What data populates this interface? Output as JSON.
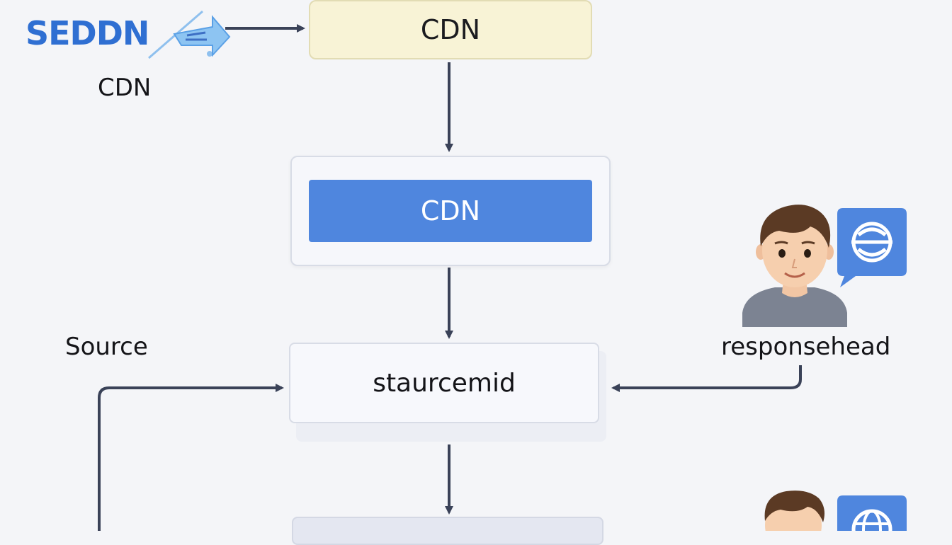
{
  "logo": {
    "text": "SEDDN",
    "color": "#2f6fd2"
  },
  "labels": {
    "cdn_left": "CDN",
    "source": "Source",
    "response": "responsehead"
  },
  "nodes": {
    "top": {
      "label": "CDN",
      "fill": "#f8f3d6"
    },
    "middle": {
      "label": "CDN",
      "fill": "#4f86de"
    },
    "lower": {
      "label": "staurcemid",
      "fill": "#f7f8fc"
    },
    "bottom": {
      "label": ""
    }
  },
  "icons": {
    "person_top": "person-avatar-icon",
    "bubble_top": "chat-bubble-icon",
    "person_bottom": "person-avatar-icon",
    "bubble_bottom": "globe-chat-bubble-icon"
  },
  "colors": {
    "arrow": "#3a4258",
    "accent_blue": "#4f86de",
    "background": "#f4f5f8"
  }
}
